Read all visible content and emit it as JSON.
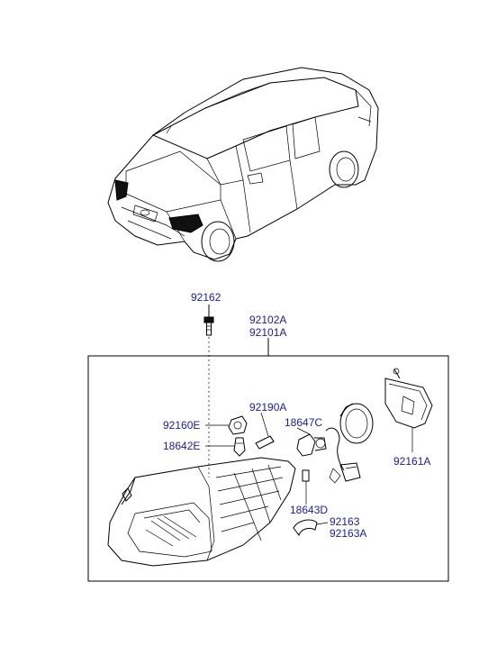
{
  "diagram": {
    "callouts": {
      "bolt": "92162",
      "assembly_rh": "92102A",
      "assembly_lh": "92101A",
      "bulb_holder": "92190A",
      "socket": "92160E",
      "bulb_small": "18642E",
      "bulb_main": "18647C",
      "bulb_sub": "18643D",
      "cap_1": "92163",
      "cap_2": "92163A",
      "clip": "92161A"
    },
    "colors": {
      "label": "#1a1aa6",
      "line": "#000000"
    }
  }
}
